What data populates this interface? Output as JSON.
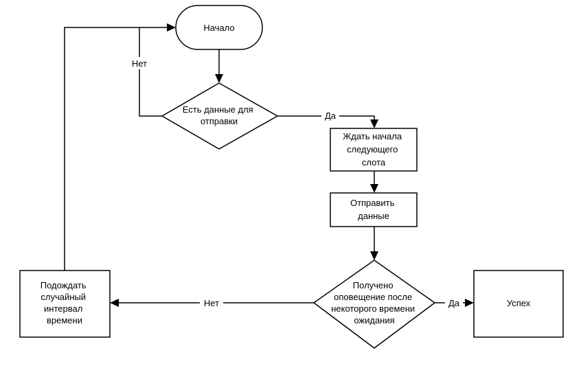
{
  "nodes": {
    "start": {
      "label": [
        "Начало"
      ]
    },
    "has_data": {
      "label": [
        "Есть данные для",
        "отправки"
      ]
    },
    "wait_slot": {
      "label": [
        "Ждать начала",
        "следующего",
        "слота"
      ]
    },
    "send": {
      "label": [
        "Отправить",
        "данные"
      ]
    },
    "notified": {
      "label": [
        "Получено",
        "оповещение после",
        "некоторого времени",
        "ожидания"
      ]
    },
    "random_wait": {
      "label": [
        "Подождать",
        "случайный",
        "интервал",
        "времени"
      ]
    },
    "success": {
      "label": [
        "Успех"
      ]
    }
  },
  "edges": {
    "has_data_no": "Нет",
    "has_data_yes": "Да",
    "notified_no": "Нет",
    "notified_yes": "Да"
  }
}
